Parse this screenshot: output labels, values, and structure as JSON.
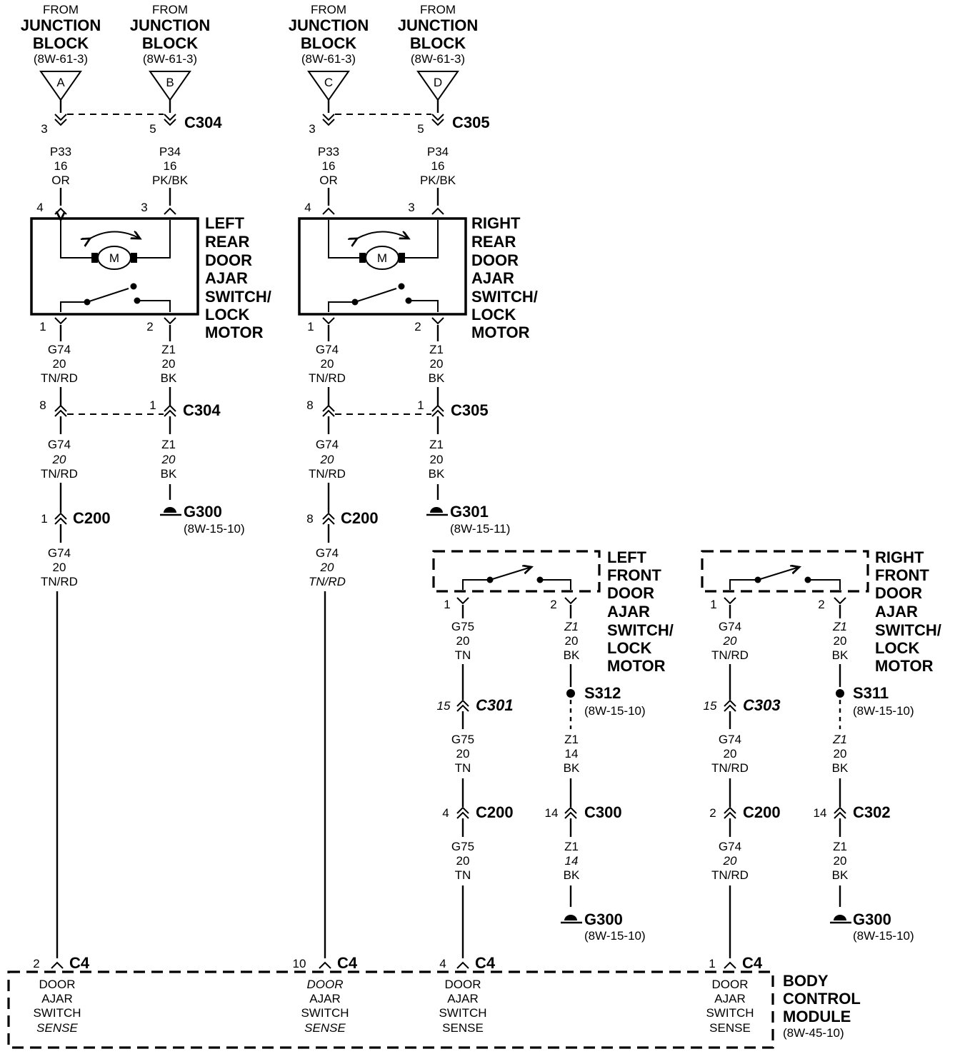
{
  "feeds": [
    {
      "from": "FROM",
      "title": [
        "JUNCTION",
        "BLOCK"
      ],
      "ref": "(8W-61-3)",
      "letter": "A"
    },
    {
      "from": "FROM",
      "title": [
        "JUNCTION",
        "BLOCK"
      ],
      "ref": "(8W-61-3)",
      "letter": "B"
    },
    {
      "from": "FROM",
      "title": [
        "JUNCTION",
        "BLOCK"
      ],
      "ref": "(8W-61-3)",
      "letter": "C"
    },
    {
      "from": "FROM",
      "title": [
        "JUNCTION",
        "BLOCK"
      ],
      "ref": "(8W-61-3)",
      "letter": "D"
    }
  ],
  "connectors": {
    "c304_top": {
      "name": "C304",
      "pins": [
        "3",
        "5"
      ]
    },
    "c305_top": {
      "name": "C305",
      "pins": [
        "3",
        "5"
      ]
    },
    "c304_bot": {
      "name": "C304",
      "pins": [
        "8",
        "1"
      ]
    },
    "c305_bot": {
      "name": "C305",
      "pins": [
        "8",
        "1"
      ]
    },
    "c200_a": {
      "name": "C200",
      "pin": "1"
    },
    "c200_b": {
      "name": "C200",
      "pin": "8"
    },
    "c200_c": {
      "name": "C200",
      "pin": "4"
    },
    "c200_d": {
      "name": "C200",
      "pin": "2"
    },
    "c301": {
      "name": "C301",
      "pin": "15"
    },
    "c303": {
      "name": "C303",
      "pin": "15"
    },
    "c300": {
      "name": "C300",
      "pin": "14"
    },
    "c302": {
      "name": "C302",
      "pin": "14"
    }
  },
  "wires": {
    "lr_p33": [
      "P33",
      "16",
      "OR"
    ],
    "lr_p34": [
      "P34",
      "16",
      "PK/BK"
    ],
    "rr_p33": [
      "P33",
      "16",
      "OR"
    ],
    "rr_p34": [
      "P34",
      "16",
      "PK/BK"
    ],
    "lr_g74_a": [
      "G74",
      "20",
      "TN/RD"
    ],
    "lr_z1_a": [
      "Z1",
      "20",
      "BK"
    ],
    "rr_g74_a": [
      "G74",
      "20",
      "TN/RD"
    ],
    "rr_z1_a": [
      "Z1",
      "20",
      "BK"
    ],
    "lr_g74_b": [
      "G74",
      "20",
      "TN/RD"
    ],
    "lr_z1_b": [
      "Z1",
      "20",
      "BK"
    ],
    "rr_g74_b": [
      "G74",
      "20",
      "TN/RD"
    ],
    "rr_z1_b": [
      "Z1",
      "20",
      "BK"
    ],
    "lr_g74_c": [
      "G74",
      "20",
      "TN/RD"
    ],
    "rr_g74_c": [
      "G74",
      "20",
      "TN/RD"
    ],
    "lf_g75_a": [
      "G75",
      "20",
      "TN"
    ],
    "lf_z1_a": [
      "Z1",
      "20",
      "BK"
    ],
    "rf_g74_a": [
      "G74",
      "20",
      "TN/RD"
    ],
    "rf_z1_a": [
      "Z1",
      "20",
      "BK"
    ],
    "lf_g75_b": [
      "G75",
      "20",
      "TN"
    ],
    "lf_z1_b": [
      "Z1",
      "14",
      "BK"
    ],
    "rf_g74_b": [
      "G74",
      "20",
      "TN/RD"
    ],
    "rf_z1_b": [
      "Z1",
      "20",
      "BK"
    ],
    "lf_g75_c": [
      "G75",
      "20",
      "TN"
    ],
    "lf_z1_c": [
      "Z1",
      "14",
      "BK"
    ],
    "rf_g74_c": [
      "G74",
      "20",
      "TN/RD"
    ],
    "rf_z1_c": [
      "Z1",
      "20",
      "BK"
    ]
  },
  "components": {
    "left_rear": {
      "lines": [
        "LEFT",
        "REAR",
        "DOOR",
        "AJAR",
        "SWITCH/",
        "LOCK",
        "MOTOR"
      ],
      "pins": [
        "4",
        "3",
        "1",
        "2"
      ],
      "motor": "M"
    },
    "right_rear": {
      "lines": [
        "RIGHT",
        "REAR",
        "DOOR",
        "AJAR",
        "SWITCH/",
        "LOCK",
        "MOTOR"
      ],
      "pins": [
        "4",
        "3",
        "1",
        "2"
      ],
      "motor": "M"
    },
    "left_front": {
      "lines": [
        "LEFT",
        "FRONT",
        "DOOR",
        "AJAR",
        "SWITCH/",
        "LOCK",
        "MOTOR"
      ],
      "pins": [
        "1",
        "2"
      ]
    },
    "right_front": {
      "lines": [
        "RIGHT",
        "FRONT",
        "DOOR",
        "AJAR",
        "SWITCH/",
        "LOCK",
        "MOTOR"
      ],
      "pins": [
        "1",
        "2"
      ]
    }
  },
  "grounds": {
    "g300_a": {
      "name": "G300",
      "ref": "(8W-15-10)"
    },
    "g301": {
      "name": "G301",
      "ref": "(8W-15-11)"
    },
    "g300_b": {
      "name": "G300",
      "ref": "(8W-15-10)"
    },
    "g300_c": {
      "name": "G300",
      "ref": "(8W-15-10)"
    }
  },
  "splices": {
    "s312": {
      "name": "S312",
      "ref": "(8W-15-10)"
    },
    "s311": {
      "name": "S311",
      "ref": "(8W-15-10)"
    }
  },
  "bcm": {
    "title": [
      "BODY",
      "CONTROL",
      "MODULE"
    ],
    "ref": "(8W-45-10)",
    "connector": "C4",
    "inputs": [
      {
        "pin": "2",
        "label": [
          "DOOR",
          "AJAR",
          "SWITCH",
          "SENSE"
        ]
      },
      {
        "pin": "10",
        "label": [
          "DOOR",
          "AJAR",
          "SWITCH",
          "SENSE"
        ]
      },
      {
        "pin": "4",
        "label": [
          "DOOR",
          "AJAR",
          "SWITCH",
          "SENSE"
        ]
      },
      {
        "pin": "1",
        "label": [
          "DOOR",
          "AJAR",
          "SWITCH",
          "SENSE"
        ]
      }
    ]
  }
}
